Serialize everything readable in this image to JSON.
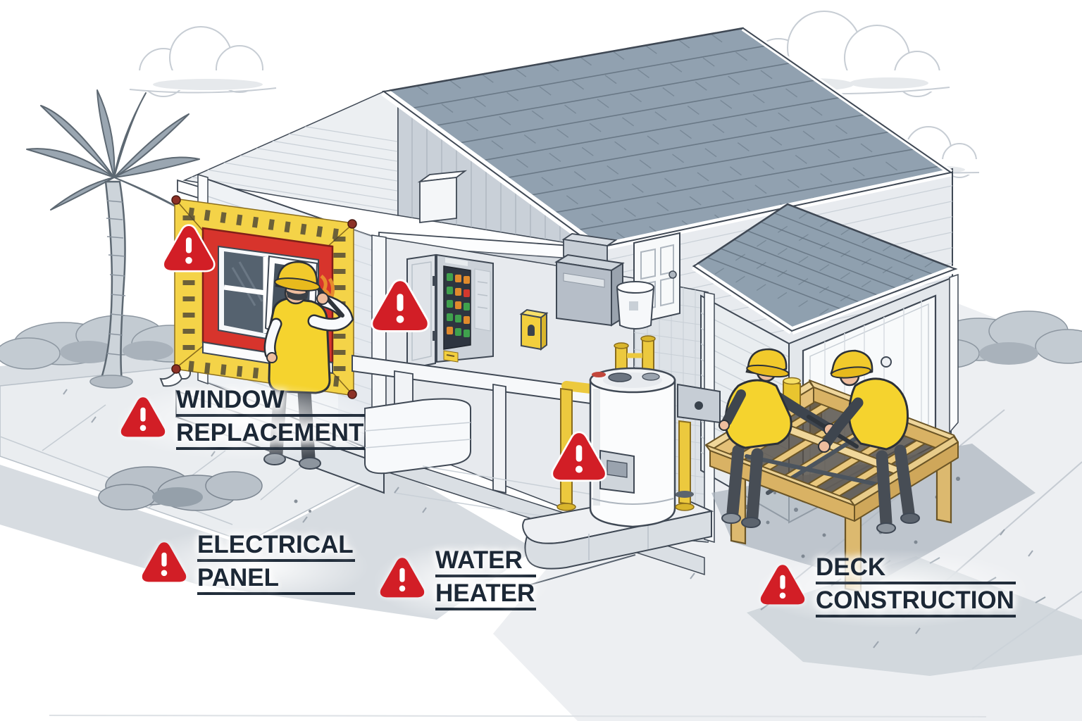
{
  "scene": {
    "type": "illustrated-diagram",
    "background": "#ffffff",
    "elements": [
      "palm-tree",
      "clouds",
      "cutaway-house",
      "gable-roof",
      "window-replacement-work",
      "electrical-panel",
      "water-heater",
      "garage",
      "deck-framing",
      "construction-workers",
      "warning-markers"
    ]
  },
  "colors": {
    "warning_red": "#d21e26",
    "label_text": "#1c2836",
    "safety_yellow": "#f5d32e",
    "caution_tape_yellow": "#f4d348",
    "window_frame_red": "#d7342c",
    "roof_shingle_gray": "#91a1b0",
    "deck_wood_tan": "#e8c87e",
    "pipe_yellow": "#ecc93e"
  },
  "labels": [
    {
      "id": "window-replacement",
      "icon": "warning-triangle-icon",
      "line1": "WINDOW",
      "line2": "REPLACEMENT"
    },
    {
      "id": "electrical-panel",
      "icon": "warning-triangle-icon",
      "line1": "ELECTRICAL",
      "line2": "PANEL"
    },
    {
      "id": "water-heater",
      "icon": "warning-triangle-icon",
      "line1": "WATER",
      "line2": "HEATER"
    },
    {
      "id": "deck-construction",
      "icon": "warning-triangle-icon",
      "line1": "DECK",
      "line2": "CONSTRUCTION"
    }
  ],
  "warning_markers": [
    {
      "location": "window"
    },
    {
      "location": "electrical-panel"
    },
    {
      "location": "water-heater"
    }
  ]
}
